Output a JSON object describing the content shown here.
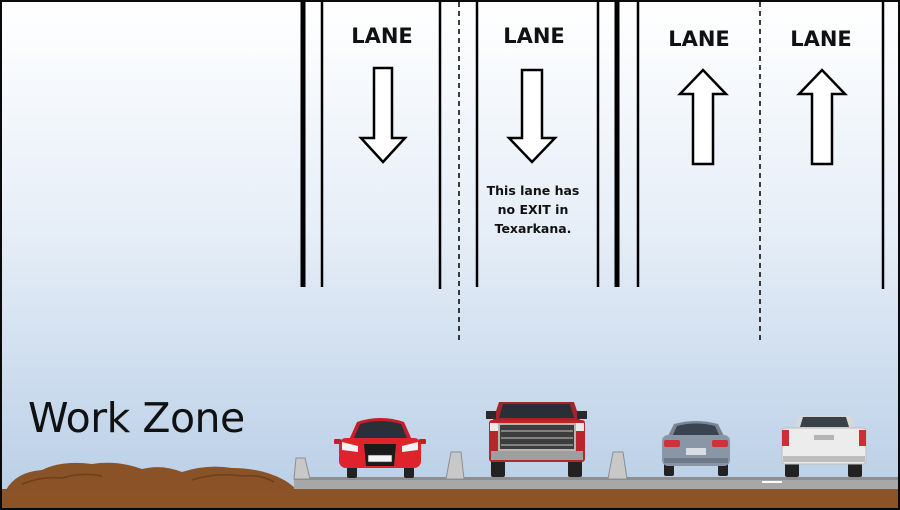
{
  "lanes": [
    {
      "label": "LANE",
      "direction": "down-arrow-icon"
    },
    {
      "label": "LANE",
      "direction": "down-arrow-icon",
      "note": [
        "This lane has",
        "no EXIT in",
        "Texarkana."
      ]
    },
    {
      "label": "LANE",
      "direction": "up-arrow-icon"
    },
    {
      "label": "LANE",
      "direction": "up-arrow-icon"
    }
  ],
  "work_zone": "Work Zone",
  "colors": {
    "sky_top": "#ffffff",
    "sky_bottom": "#b7cde6",
    "ground": "#8b5326",
    "road": "#a7a7a7",
    "barrier": "#c8c8c8",
    "car_red": "#e0222d",
    "truck_red": "#b8262b",
    "car_gray": "#8a96a6",
    "truck_white": "#ececec"
  }
}
